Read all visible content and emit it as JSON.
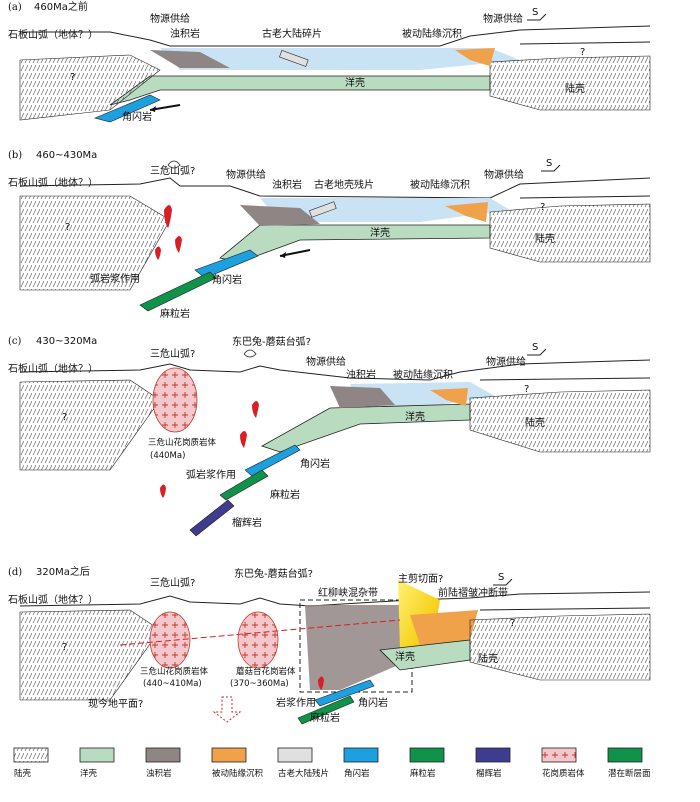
{
  "panels": [
    {
      "letter": "(a)",
      "age": "460Ma之前",
      "arc_label": "石板山弧（地体？）",
      "labels": [
        "物源供给",
        "浊积岩",
        "古老大陆碎片",
        "被动陆缘沉积",
        "物源供给",
        "洋壳",
        "陆壳",
        "角闪岩"
      ],
      "q_marks": [
        "?",
        "?"
      ],
      "scale": "S"
    },
    {
      "letter": "(b)",
      "age": "460~430Ma",
      "arc_label": "石板山弧（地体？）",
      "labels": [
        "三危山弧?",
        "物源供给",
        "浊积岩",
        "古老地壳残片",
        "被动陆缘沉积",
        "物源供给",
        "洋壳",
        "陆壳",
        "角闪岩",
        "弧岩浆作用",
        "麻粒岩"
      ],
      "q_marks": [
        "?",
        "?"
      ],
      "scale": "S"
    },
    {
      "letter": "(c)",
      "age": "430~320Ma",
      "arc_label": "石板山弧（地体？）",
      "labels": [
        "三危山弧?",
        "东巴兔-蘑菇台弧?",
        "物源供给",
        "浊积岩",
        "被动陆缘沉积",
        "物源供给",
        "洋壳",
        "陆壳",
        "三危山花岗质岩体",
        "(440Ma)",
        "角闪岩",
        "弧岩浆作用",
        "麻粒岩",
        "榴辉岩"
      ],
      "q_marks": [
        "?",
        "?"
      ],
      "scale": "S"
    },
    {
      "letter": "(d)",
      "age": "320Ma之后",
      "arc_label": "石板山弧（地体？）",
      "labels": [
        "三危山弧?",
        "东巴兔-蘑菇台弧?",
        "红柳峡混杂带",
        "主剪切面?",
        "前陆褶皱冲断带",
        "三危山花岗质岩体",
        "(440~410Ma)",
        "蘑菇台花岗岩体",
        "(370~360Ma)",
        "洋壳",
        "陆壳",
        "现今地平面?",
        "岩浆作用",
        "角闪岩",
        "麻粒岩"
      ],
      "q_marks": [
        "?",
        "?"
      ],
      "scale": "S"
    }
  ],
  "legend": [
    {
      "label": "陆壳",
      "color": "#ffffff"
    },
    {
      "label": "洋壳",
      "color": "#b9dbbf"
    },
    {
      "label": "浊积岩",
      "color": "#8f8584"
    },
    {
      "label": "被动陆缘沉积",
      "color": "#f0a24a"
    },
    {
      "label": "古老大陆残片",
      "color": "#e0e0e0"
    },
    {
      "label": "角闪岩",
      "color": "#1ca0df"
    },
    {
      "label": "麻粒岩",
      "color": "#11924a"
    },
    {
      "label": "榴辉岩",
      "color": "#3d3c8f"
    },
    {
      "label": "花岗质岩体",
      "color": "#f3c7cb"
    },
    {
      "label": "潜在断层面",
      "color": "#11924a"
    }
  ],
  "colors": {
    "ocean_water": "#c9e3f5",
    "ocean_crust": "#b9dbbf",
    "turbidite": "#8f8584",
    "passive_margin": "#f0a24a",
    "amphibolite": "#1ca0df",
    "granulite": "#11924a",
    "eclogite": "#3d3c8f",
    "granite": "#f3c7cb",
    "magma": "#d81f26",
    "shear_zone": "#f7d21b"
  }
}
